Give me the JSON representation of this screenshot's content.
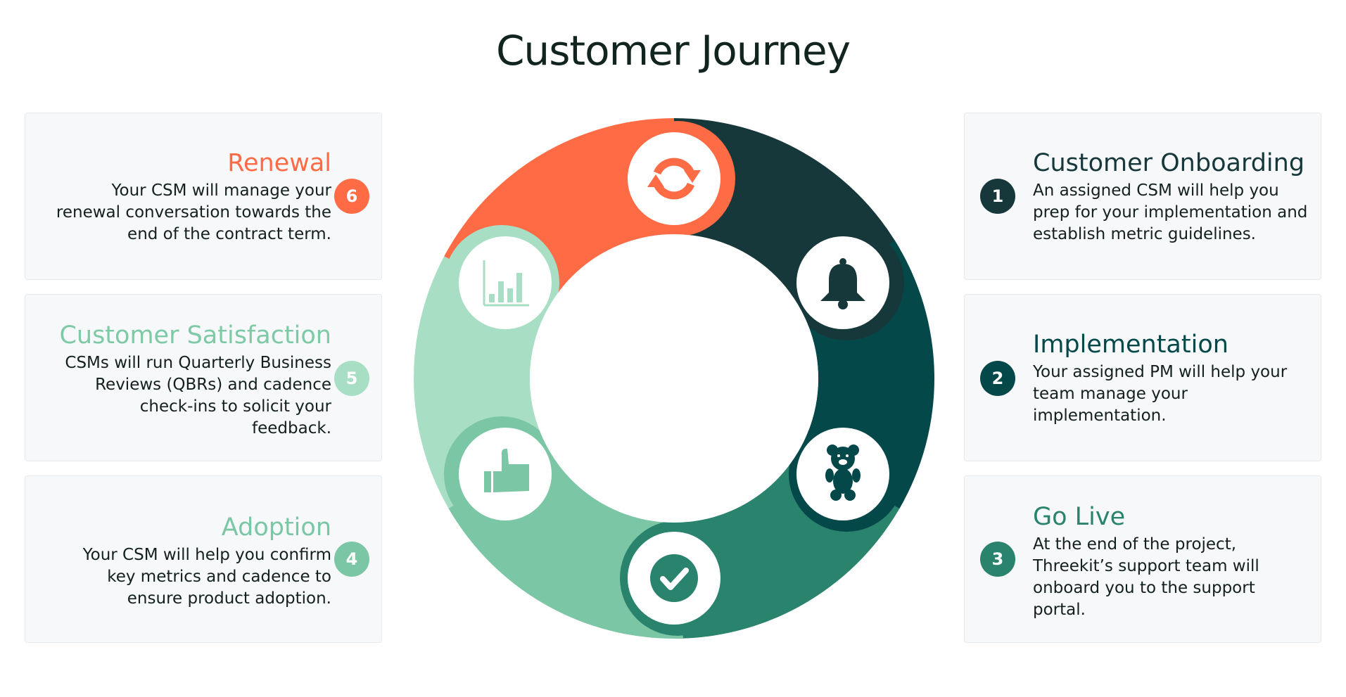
{
  "title": "Customer Journey",
  "colors": {
    "step1": "#16383a",
    "step2": "#04484a",
    "step3": "#2a836c",
    "step4": "#7bc6a4",
    "step5": "#a8dec4",
    "step6": "#ff6b45",
    "card_bg": "#f6f8f9"
  },
  "steps": [
    {
      "number": "1",
      "title": "Customer Onboarding",
      "description": [
        "An assigned CSM will help you",
        "prep for your implementation and",
        "establish metric guidelines."
      ],
      "icon": "bell-icon"
    },
    {
      "number": "2",
      "title": "Implementation",
      "description": [
        "Your assigned PM will help your",
        "team manage your",
        "implementation."
      ],
      "icon": "teddy-bear-icon"
    },
    {
      "number": "3",
      "title": "Go Live",
      "description": [
        "At the end of the project,",
        "Threekit’s support team will",
        "onboard you to the support",
        "portal."
      ],
      "icon": "checkmark-icon"
    },
    {
      "number": "4",
      "title": "Adoption",
      "description": [
        "Your CSM will help you confirm",
        "key metrics and cadence to",
        "ensure product adoption."
      ],
      "icon": "thumbs-up-icon"
    },
    {
      "number": "5",
      "title": "Customer Satisfaction",
      "description": [
        "CSMs will run Quarterly Business",
        "Reviews (QBRs) and cadence",
        "check-ins to solicit your",
        "feedback."
      ],
      "icon": "bar-chart-icon"
    },
    {
      "number": "6",
      "title": "Renewal",
      "description": [
        "Your CSM will manage your",
        "renewal conversation towards the",
        "end of the contract term."
      ],
      "icon": "refresh-icon"
    }
  ]
}
